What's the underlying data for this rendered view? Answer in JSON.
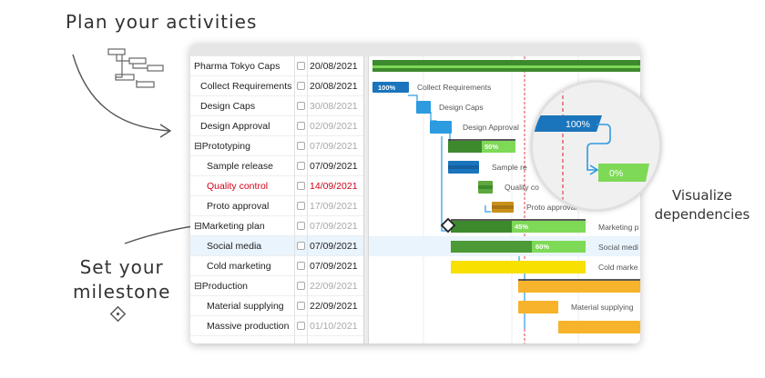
{
  "annotations": {
    "plan": "Plan your activities",
    "milestone_line1": "Set your",
    "milestone_line2": "milestone",
    "visualize_line1": "Visualize",
    "visualize_line2": "dependencies"
  },
  "tasks": [
    {
      "name": "Pharma Tokyo Caps",
      "indent": 0,
      "date": "20/08/2021",
      "date_style": "normal",
      "name_style": "normal",
      "selected": false
    },
    {
      "name": "Collect Requirements",
      "indent": 1,
      "date": "20/08/2021",
      "date_style": "normal",
      "name_style": "normal",
      "selected": false
    },
    {
      "name": "Design Caps",
      "indent": 1,
      "date": "30/08/2021",
      "date_style": "grey",
      "name_style": "normal",
      "selected": false
    },
    {
      "name": "Design Approval",
      "indent": 1,
      "date": "02/09/2021",
      "date_style": "grey",
      "name_style": "normal",
      "selected": false
    },
    {
      "name": "⊟Prototyping",
      "indent": 0,
      "date": "07/09/2021",
      "date_style": "grey",
      "name_style": "normal",
      "selected": false
    },
    {
      "name": "Sample release",
      "indent": 2,
      "date": "07/09/2021",
      "date_style": "normal",
      "name_style": "normal",
      "selected": false
    },
    {
      "name": "Quality control",
      "indent": 2,
      "date": "14/09/2021",
      "date_style": "red",
      "name_style": "red",
      "selected": false
    },
    {
      "name": "Proto approval",
      "indent": 2,
      "date": "17/09/2021",
      "date_style": "grey",
      "name_style": "normal",
      "selected": false
    },
    {
      "name": "⊟Marketing plan",
      "indent": 0,
      "date": "07/09/2021",
      "date_style": "grey",
      "name_style": "normal",
      "selected": false
    },
    {
      "name": "Social media",
      "indent": 2,
      "date": "07/09/2021",
      "date_style": "normal",
      "name_style": "normal",
      "selected": true
    },
    {
      "name": "Cold marketing",
      "indent": 2,
      "date": "07/09/2021",
      "date_style": "normal",
      "name_style": "normal",
      "selected": false
    },
    {
      "name": "⊟Production",
      "indent": 0,
      "date": "22/09/2021",
      "date_style": "grey",
      "name_style": "normal",
      "selected": false
    },
    {
      "name": "Material supplying",
      "indent": 2,
      "date": "22/09/2021",
      "date_style": "normal",
      "name_style": "normal",
      "selected": false
    },
    {
      "name": "Massive production",
      "indent": 2,
      "date": "01/10/2021",
      "date_style": "grey",
      "name_style": "normal",
      "selected": false
    }
  ],
  "gantt": {
    "bar_labels": {
      "collect": "Collect Requirements",
      "design": "Design Caps",
      "approval": "Design Approval",
      "sample": "Sample re",
      "quality": "Quality co",
      "proto": "Proto approval",
      "marketing": "Marketing p",
      "social": "Social medi",
      "cold": "Cold marke",
      "material": "Material supplying"
    },
    "progress": {
      "collect": "100%",
      "prototyping": "50%",
      "marketing": "45%",
      "social": "60%"
    }
  },
  "zoom": {
    "label_top": "100%",
    "label_bottom": "0%"
  },
  "colors": {
    "blue": "#1b75bc",
    "light_blue": "#2d9be0",
    "green_dark": "#3d8a2e",
    "green_light": "#7ed957",
    "yellow": "#f8e000",
    "orange": "#f6b32b",
    "gold": "#c9901a",
    "today_line": "#e04050"
  }
}
